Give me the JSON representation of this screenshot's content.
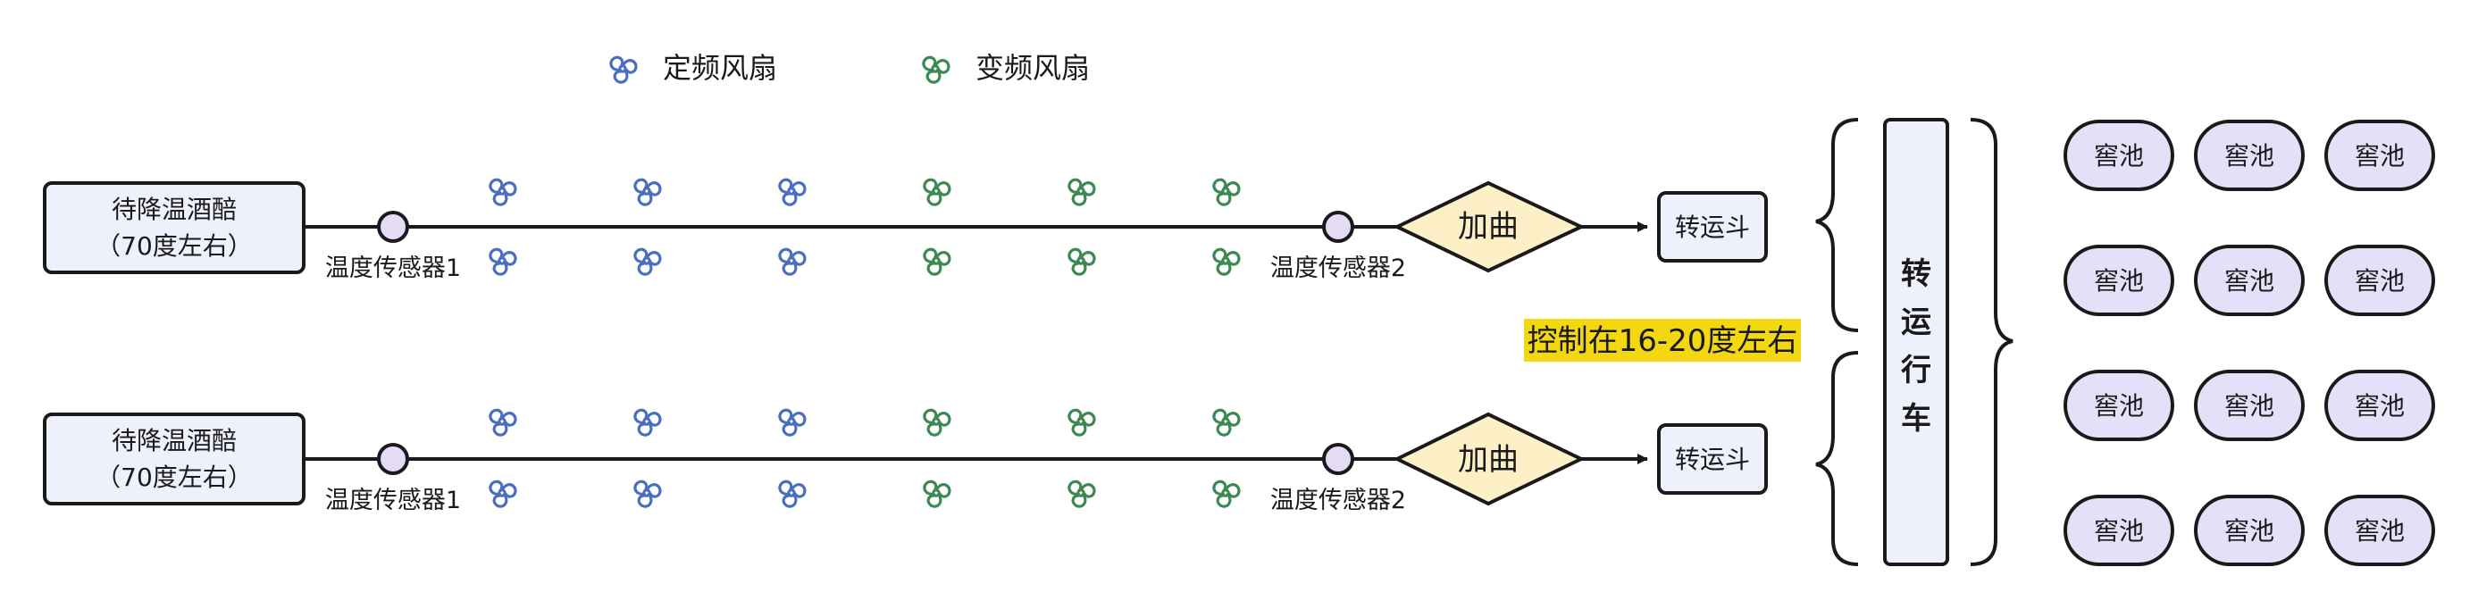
{
  "colors": {
    "stroke": "#1a1a1a",
    "box_fill": "#eef1fb",
    "sensor_fill": "#e3dcf4",
    "diamond_fill": "#fdf0c6",
    "cellar_fill": "#e6dff8",
    "fixed_fan": "#4a6fc0",
    "variable_fan": "#3c8a52",
    "highlight": "#f2d711"
  },
  "legend": {
    "fixed_fan": {
      "label": "定频风扇",
      "icon": "fan-icon"
    },
    "variable_fan": {
      "label": "变频风扇",
      "icon": "fan-icon"
    }
  },
  "lines": [
    {
      "source": {
        "line1": "待降温酒醅",
        "line2": "（70度左右）"
      },
      "sensor1": "温度传感器1",
      "sensor2": "温度传感器2",
      "fans": [
        "fixed",
        "fixed",
        "fixed",
        "variable",
        "variable",
        "variable"
      ],
      "mixer": "加曲",
      "hopper": "转运斗"
    },
    {
      "source": {
        "line1": "待降温酒醅",
        "line2": "（70度左右）"
      },
      "sensor1": "温度传感器1",
      "sensor2": "温度传感器2",
      "fans": [
        "fixed",
        "fixed",
        "fixed",
        "variable",
        "variable",
        "variable"
      ],
      "mixer": "加曲",
      "hopper": "转运斗"
    }
  ],
  "control_note": "控制在16-20度左右",
  "crane": {
    "chars": [
      "转",
      "运",
      "行",
      "车"
    ]
  },
  "cellars": [
    [
      "窖池",
      "窖池",
      "窖池"
    ],
    [
      "窖池",
      "窖池",
      "窖池"
    ],
    [
      "窖池",
      "窖池",
      "窖池"
    ],
    [
      "窖池",
      "窖池",
      "窖池"
    ]
  ]
}
